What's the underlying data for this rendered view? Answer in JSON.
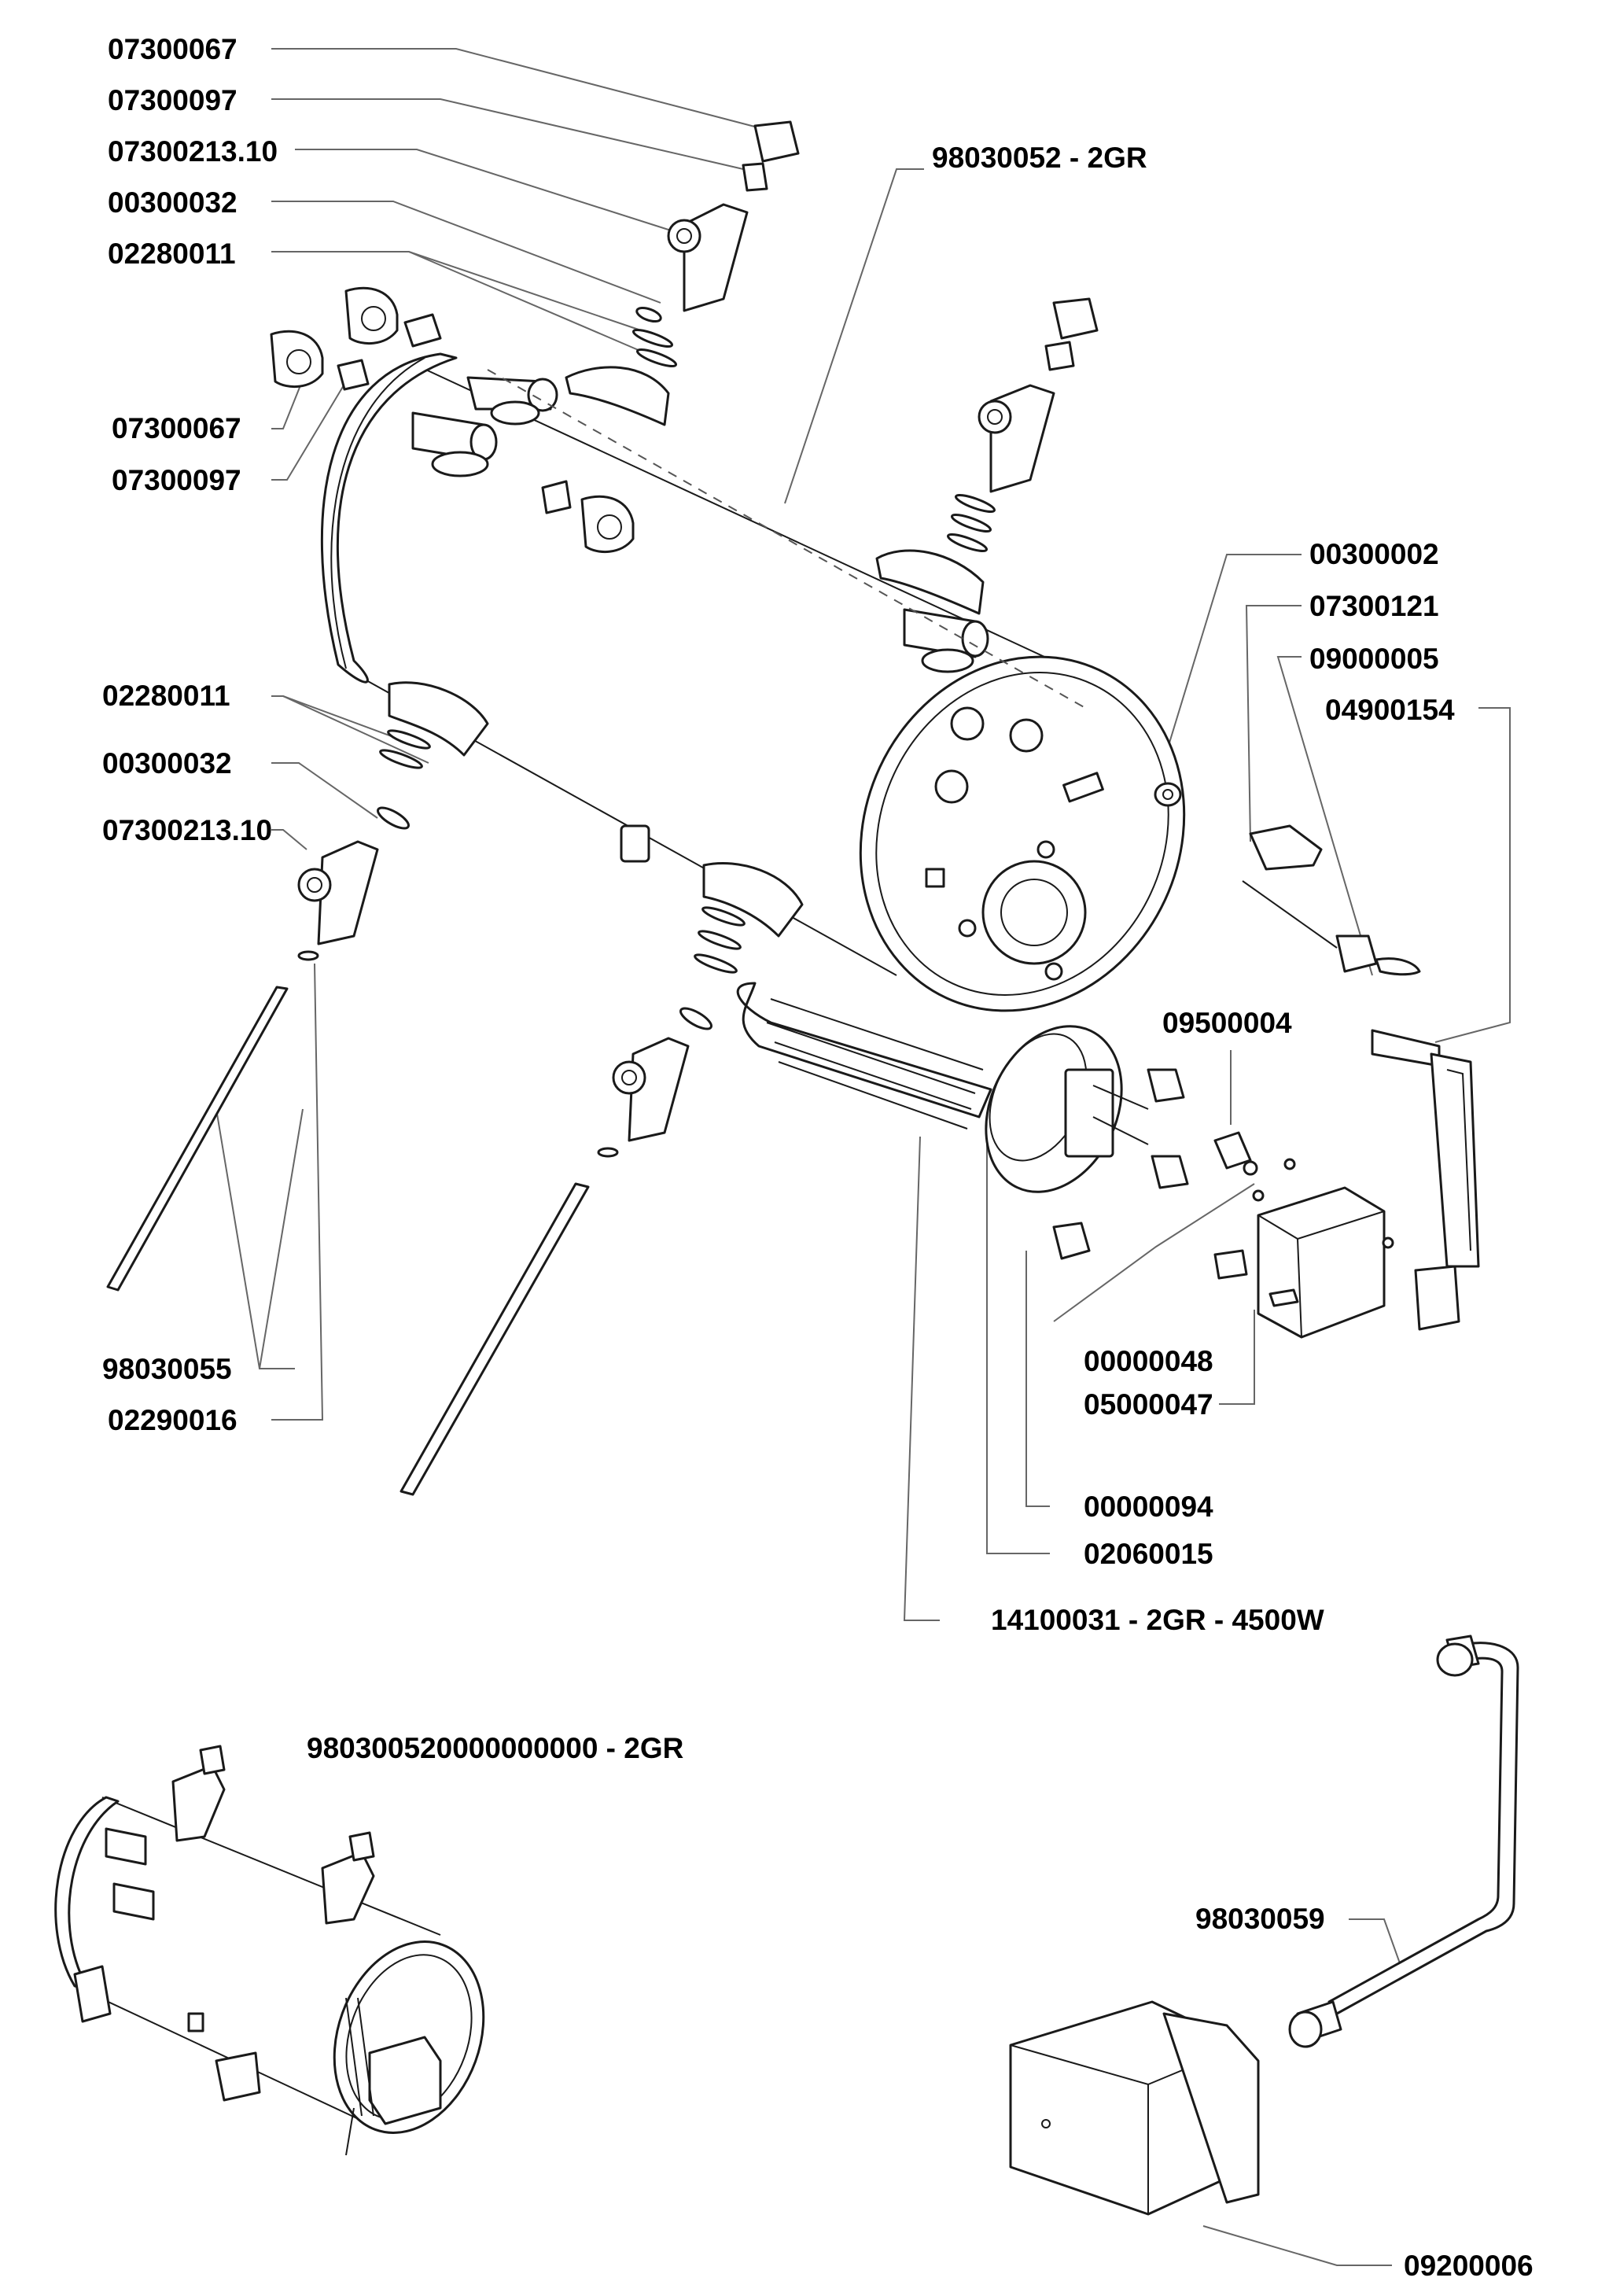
{
  "labels": {
    "l01": "07300067",
    "l02": "07300097",
    "l03": "07300213.10",
    "l04": "00300032",
    "l05": "02280011",
    "l06": "07300067",
    "l07": "07300097",
    "l08": "98030052 - 2GR",
    "l09": "00300002",
    "l10": "07300121",
    "l11": "09000005",
    "l12": "04900154",
    "l13": "02280011",
    "l14": "00300032",
    "l15": "07300213.10",
    "l16": "09500004",
    "l17": "98030055",
    "l18": "02290016",
    "l19": "00000048",
    "l20": "05000047",
    "l21": "00000094",
    "l22": "02060015",
    "l23": "14100031 - 2GR - 4500W",
    "l24": "980300520000000000 - 2GR",
    "l25": "98030059",
    "l26": "09200006"
  }
}
